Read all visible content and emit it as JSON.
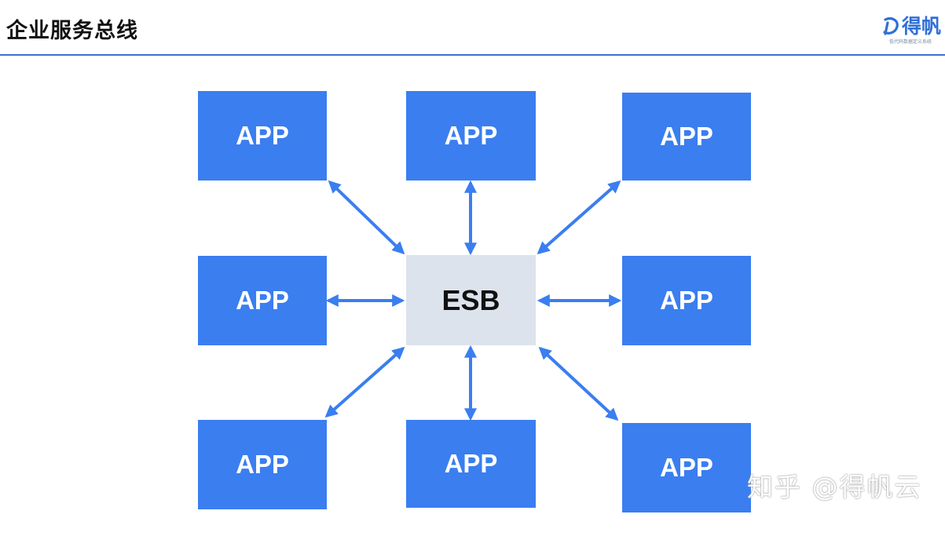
{
  "header": {
    "title": "企业服务总线"
  },
  "brand": {
    "name": "得帆",
    "tagline": "低代码数据定义系统"
  },
  "diagram": {
    "hub_label": "ESB",
    "node_label": "APP",
    "colors": {
      "node": "#3a7ef0",
      "hub": "#dde3ed",
      "arrow": "#3a7ef0"
    }
  },
  "watermark": {
    "text": "知乎 @得帆云"
  }
}
